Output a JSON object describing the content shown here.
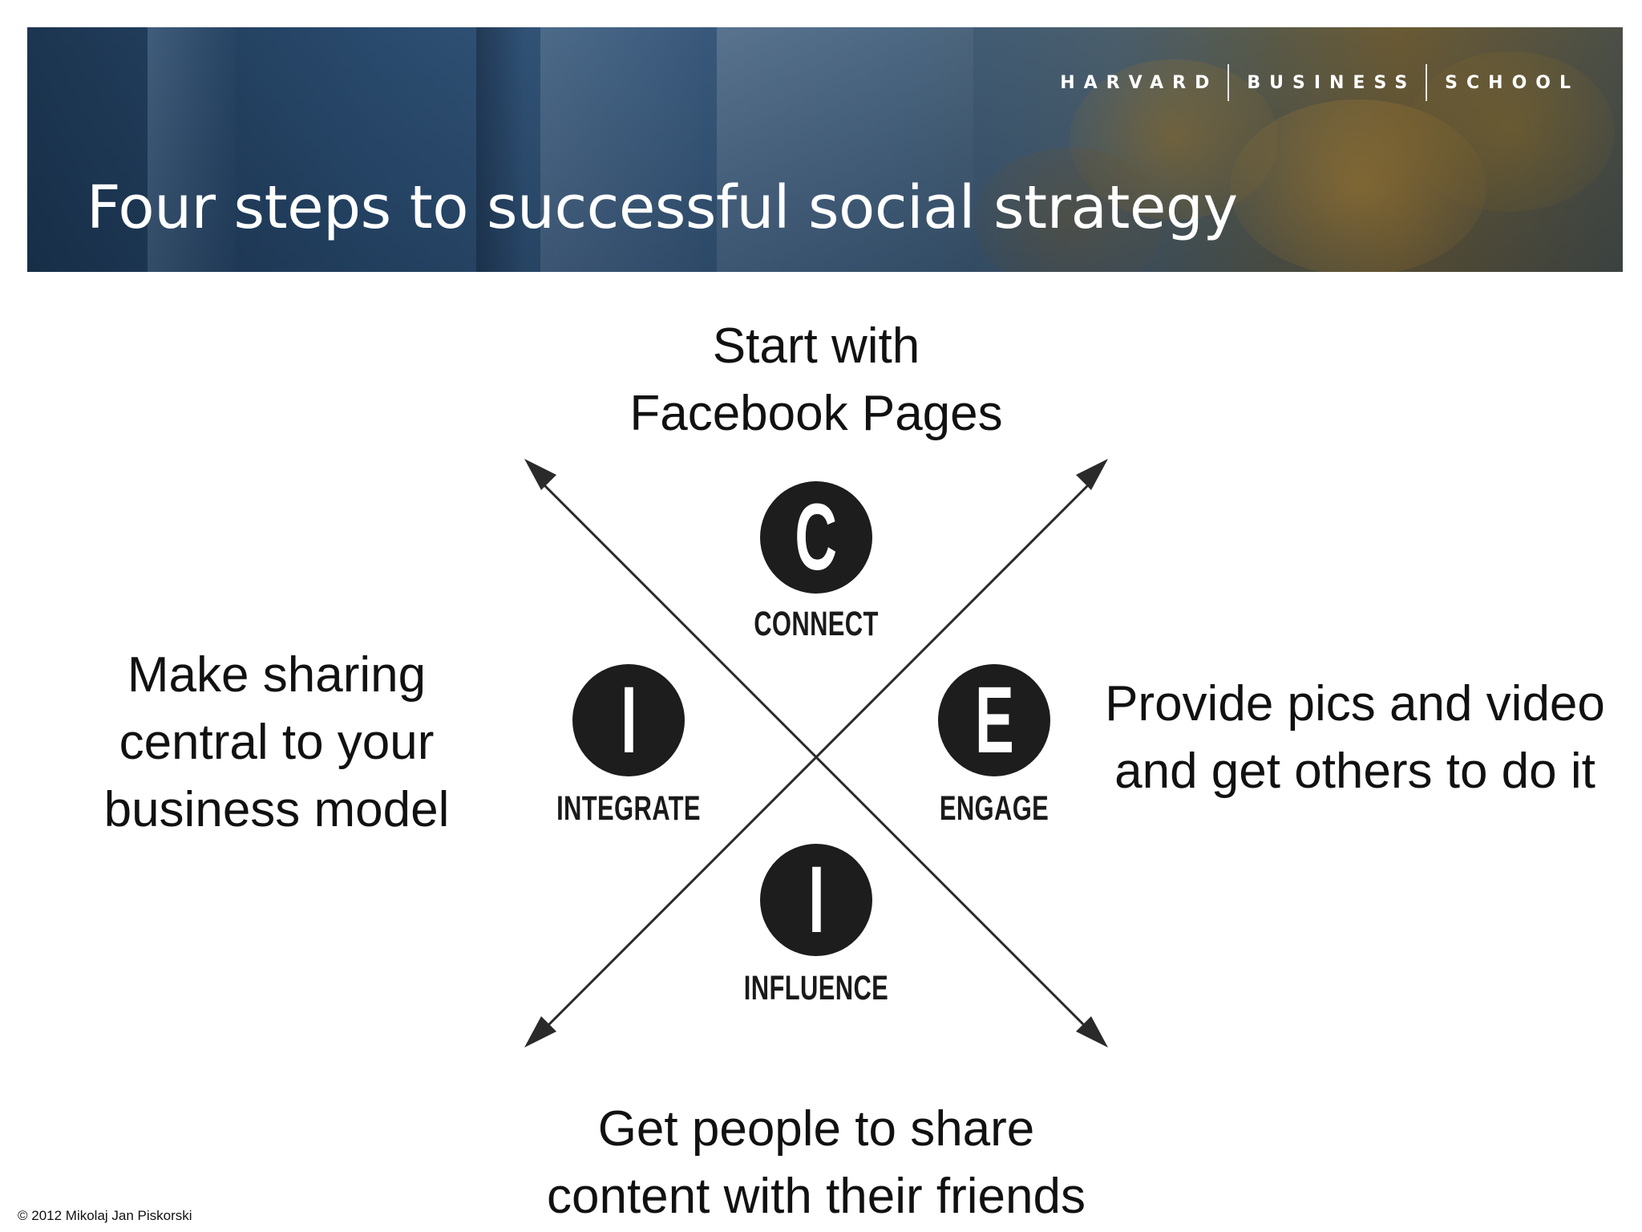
{
  "header": {
    "brand": [
      "HARVARD",
      "BUSINESS",
      "SCHOOL"
    ],
    "title": "Four steps to successful social strategy"
  },
  "diagram": {
    "steps": {
      "connect": {
        "letter": "C",
        "label": "CONNECT"
      },
      "integrate": {
        "letter": "I",
        "label": "INTEGRATE"
      },
      "engage": {
        "letter": "E",
        "label": "ENGAGE"
      },
      "influence": {
        "letter": "I",
        "label": "INFLUENCE"
      }
    },
    "descriptions": {
      "top": [
        "Start with",
        "Facebook Pages"
      ],
      "left": [
        "Make sharing",
        "central to your",
        "business model"
      ],
      "right": [
        "Provide pics and video",
        "and get others to do it"
      ],
      "bottom": [
        "Get people to share",
        "content with their friends"
      ]
    }
  },
  "footer": {
    "copyright": "© 2012 Mikolaj Jan Piskorski"
  },
  "colors": {
    "badge": "#1d1d1d",
    "arrows": "#2a2a2a",
    "text": "#111111"
  }
}
